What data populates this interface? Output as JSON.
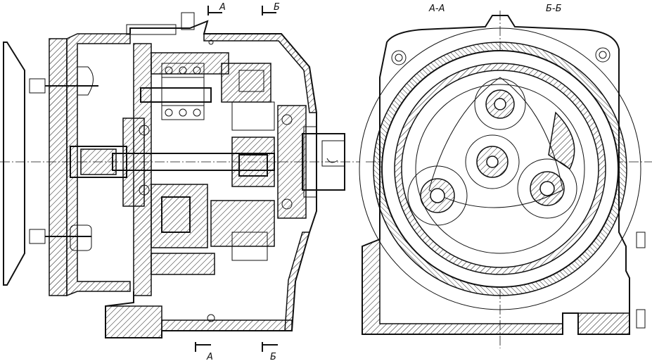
{
  "labels": {
    "section_a_top": "А",
    "section_b_top": "Б",
    "section_a_bottom": "А",
    "section_b_bottom": "Б",
    "view_aa": "А-А",
    "view_bb": "Б-Б"
  }
}
